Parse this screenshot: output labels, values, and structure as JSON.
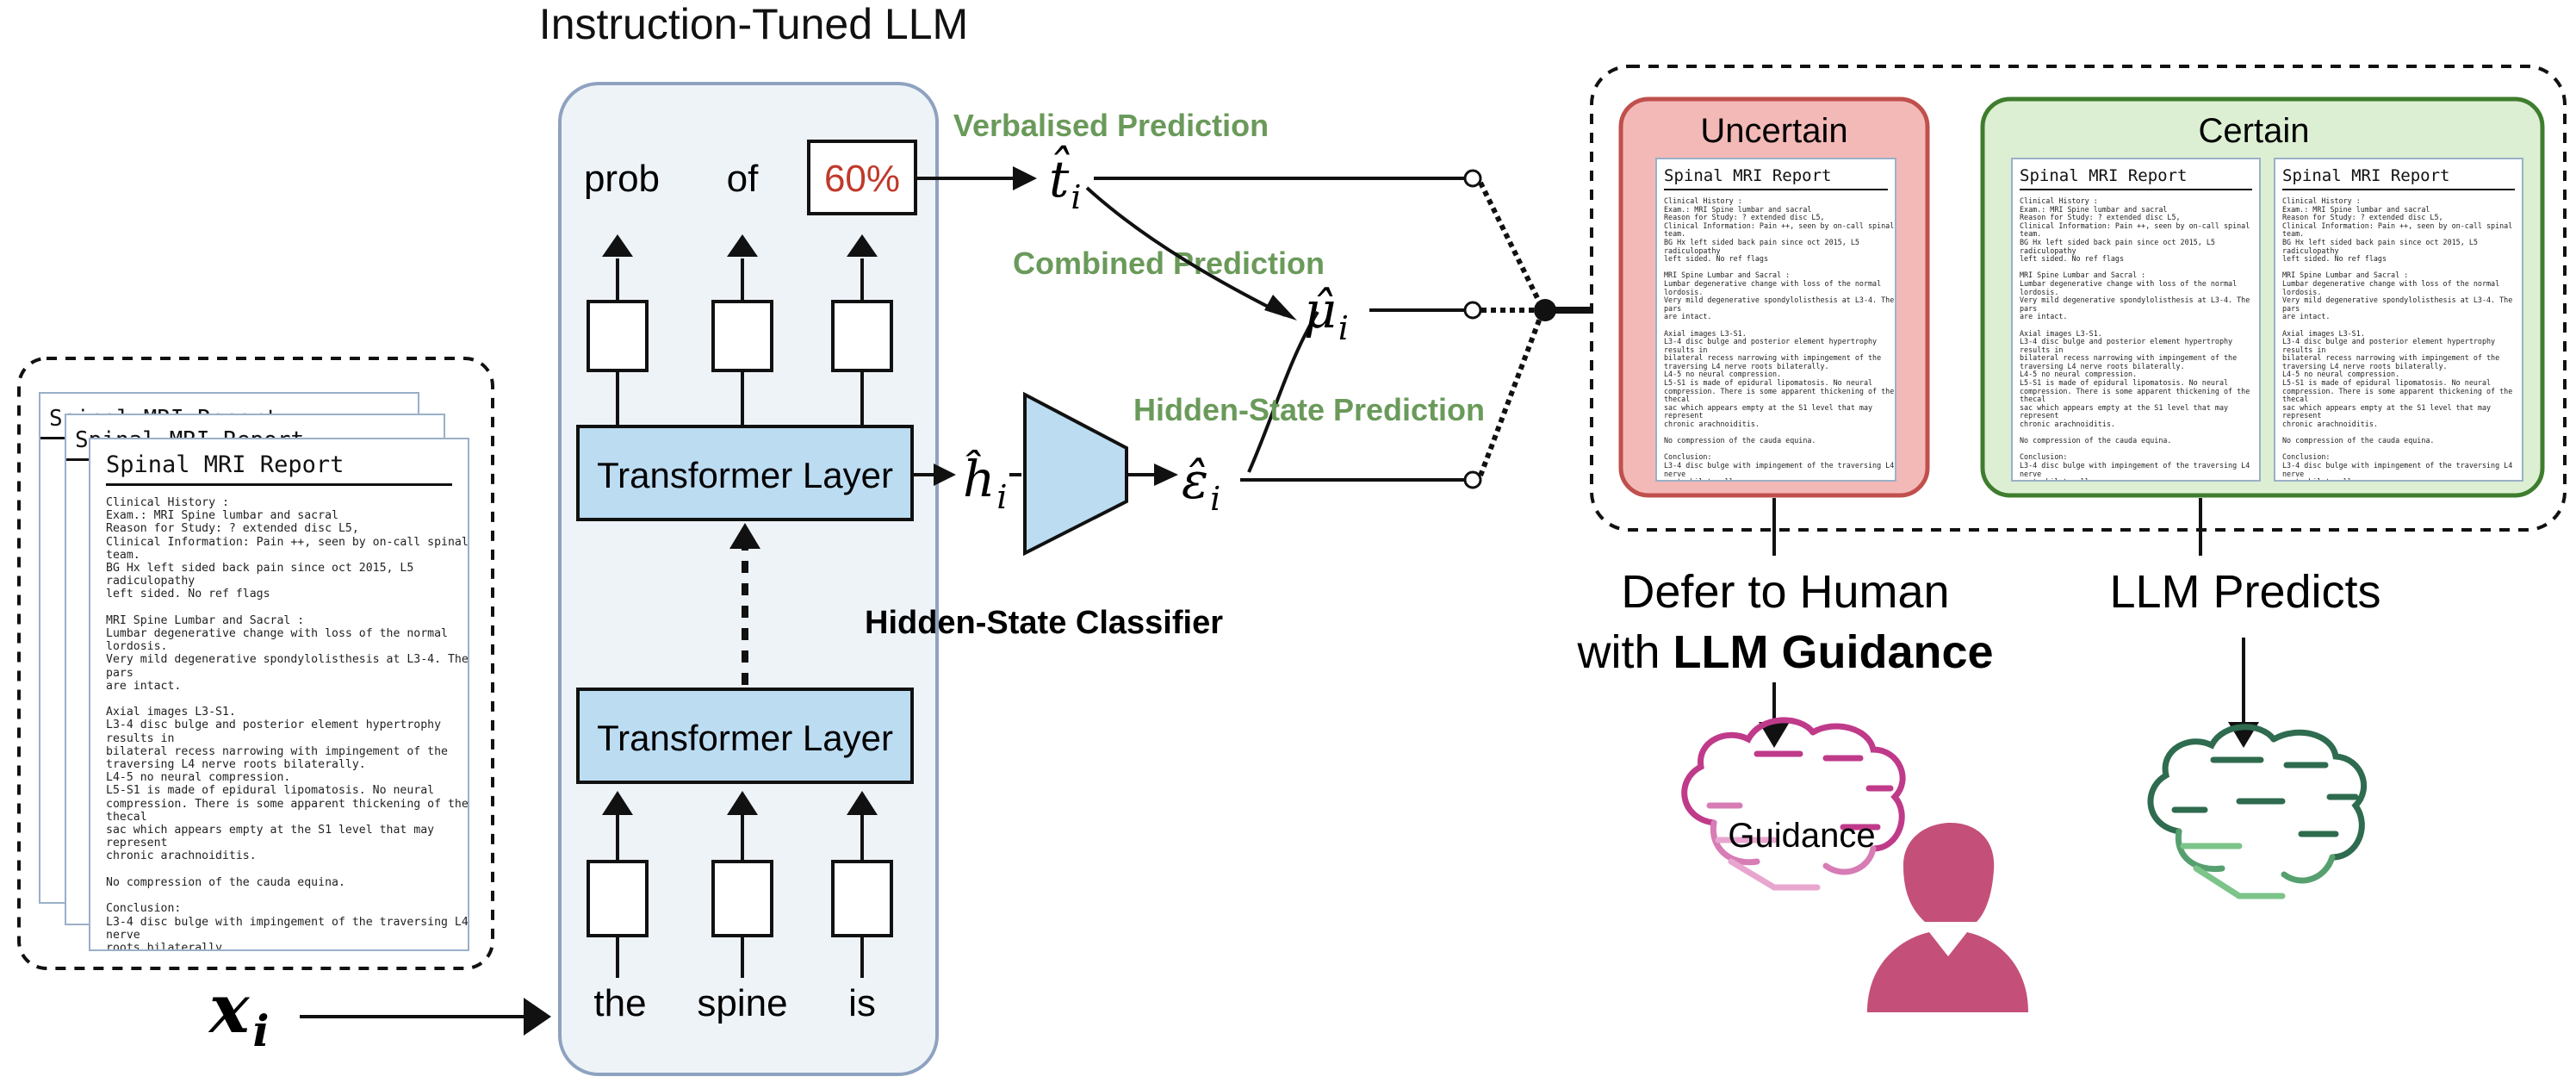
{
  "llm": {
    "title": "Instruction-Tuned LLM",
    "output_tokens": [
      "prob",
      "of",
      "60%"
    ],
    "input_tokens": [
      "the",
      "spine",
      "is"
    ],
    "transformer_top": "Transformer Layer",
    "transformer_bottom": "Transformer Layer"
  },
  "input_symbol": "x",
  "input_subscript": "i",
  "symbols": {
    "t_hat": "t̂",
    "mu_hat": "μ̂",
    "h_hat": "ĥ",
    "eps_hat": "ε̂",
    "subscript": "i"
  },
  "labels": {
    "verbalised": "Verbalised Prediction",
    "combined": "Combined Prediction",
    "hidden_state": "Hidden-State Prediction",
    "classifier": "Hidden-State Classifier"
  },
  "panels": {
    "uncertain": "Uncertain",
    "certain": "Certain"
  },
  "outcomes": {
    "defer_line1": "Defer to Human",
    "defer_line2_prefix": "with ",
    "defer_line2_bold": "LLM Guidance",
    "llm_predicts": "LLM Predicts",
    "guidance": "Guidance"
  },
  "report": {
    "title": "Spinal MRI Report",
    "stack_title_1": "Spinal MRI Report",
    "stack_title_2": "Spinal MRI Report",
    "body": "Clinical History :\nExam.: MRI Spine lumbar and sacral\nReason for Study: ? extended disc L5,\nClinical Information: Pain ++, seen by on-call spinal\nteam.\nBG Hx left sided back pain since oct 2015, L5\nradiculopathy\nleft sided. No ref flags\n\nMRI Spine Lumbar and Sacral :\nLumbar degenerative change with loss of the normal\nlordosis.\nVery mild degenerative spondylolisthesis at L3-4. The\npars\nare intact.\n\nAxial images L3-S1.\nL3-4 disc bulge and posterior element hypertrophy\nresults in\nbilateral recess narrowing with impingement of the\ntraversing L4 nerve roots bilaterally.\nL4-5 no neural compression.\nL5-S1 is made of epidural lipomatosis. No neural\ncompression. There is some apparent thickening of the\nthecal\nsac which appears empty at the S1 level that may\nrepresent\nchronic arachnoiditis.\n\nNo compression of the cauda equina.\n\nConclusion:\nL3-4 disc bulge with impingement of the traversing L4\nnerve\nroots bilaterally."
  },
  "colors": {
    "green_label": "#6a9a5a",
    "red_value": "#c0392b",
    "llm_panel_fill": "#eef3f8",
    "llm_panel_stroke": "#8ea2c0",
    "transformer_fill": "#bcdcf2",
    "uncertain_fill": "#f3b9b7",
    "uncertain_stroke": "#c0504d",
    "certain_fill": "#dcefd3",
    "certain_stroke": "#3f7d2e",
    "pink_brain": "#c03a8a",
    "green_brain": "#2e6b4f",
    "person": "#c4507a"
  },
  "icons": [
    "brain-circuit-pink-icon",
    "person-icon",
    "brain-circuit-green-icon"
  ]
}
